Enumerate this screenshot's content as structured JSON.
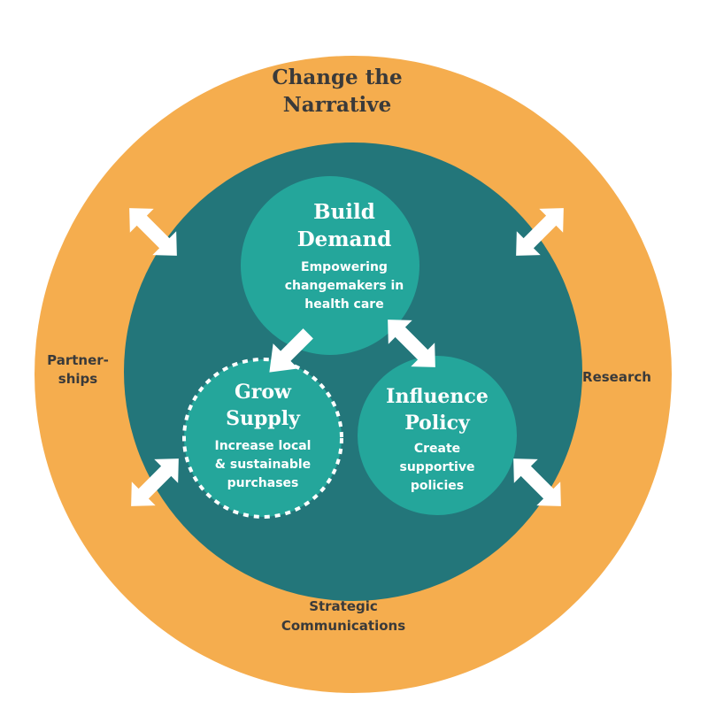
{
  "colors": {
    "outer_ring": "#F5AD4E",
    "inner_circle": "#23767A",
    "node": "#24A69B",
    "arrow": "#FFFFFF",
    "dark_text": "#3A3A3A",
    "light_text": "#FFFFFF"
  },
  "outer": {
    "title_line1": "Change the",
    "title_line2": "Narrative",
    "left_line1": "Partner-",
    "left_line2": "ships",
    "right_label": "Research",
    "bottom_line1": "Strategic",
    "bottom_line2": "Communications"
  },
  "nodes": {
    "build": {
      "title_line1": "Build",
      "title_line2": "Demand",
      "desc_line1": "Empowering",
      "desc_line2": "changemakers in",
      "desc_line3": "health care"
    },
    "grow": {
      "title_line1": "Grow",
      "title_line2": "Supply",
      "desc_line1": "Increase local",
      "desc_line2": "& sustainable",
      "desc_line3": "purchases"
    },
    "influence": {
      "title_line1": "Influence",
      "title_line2": "Policy",
      "desc_line1": "Create",
      "desc_line2": "supportive",
      "desc_line3": "policies"
    }
  },
  "icons": {
    "double_arrow": "double-arrow-icon",
    "single_arrow": "arrow-icon"
  }
}
